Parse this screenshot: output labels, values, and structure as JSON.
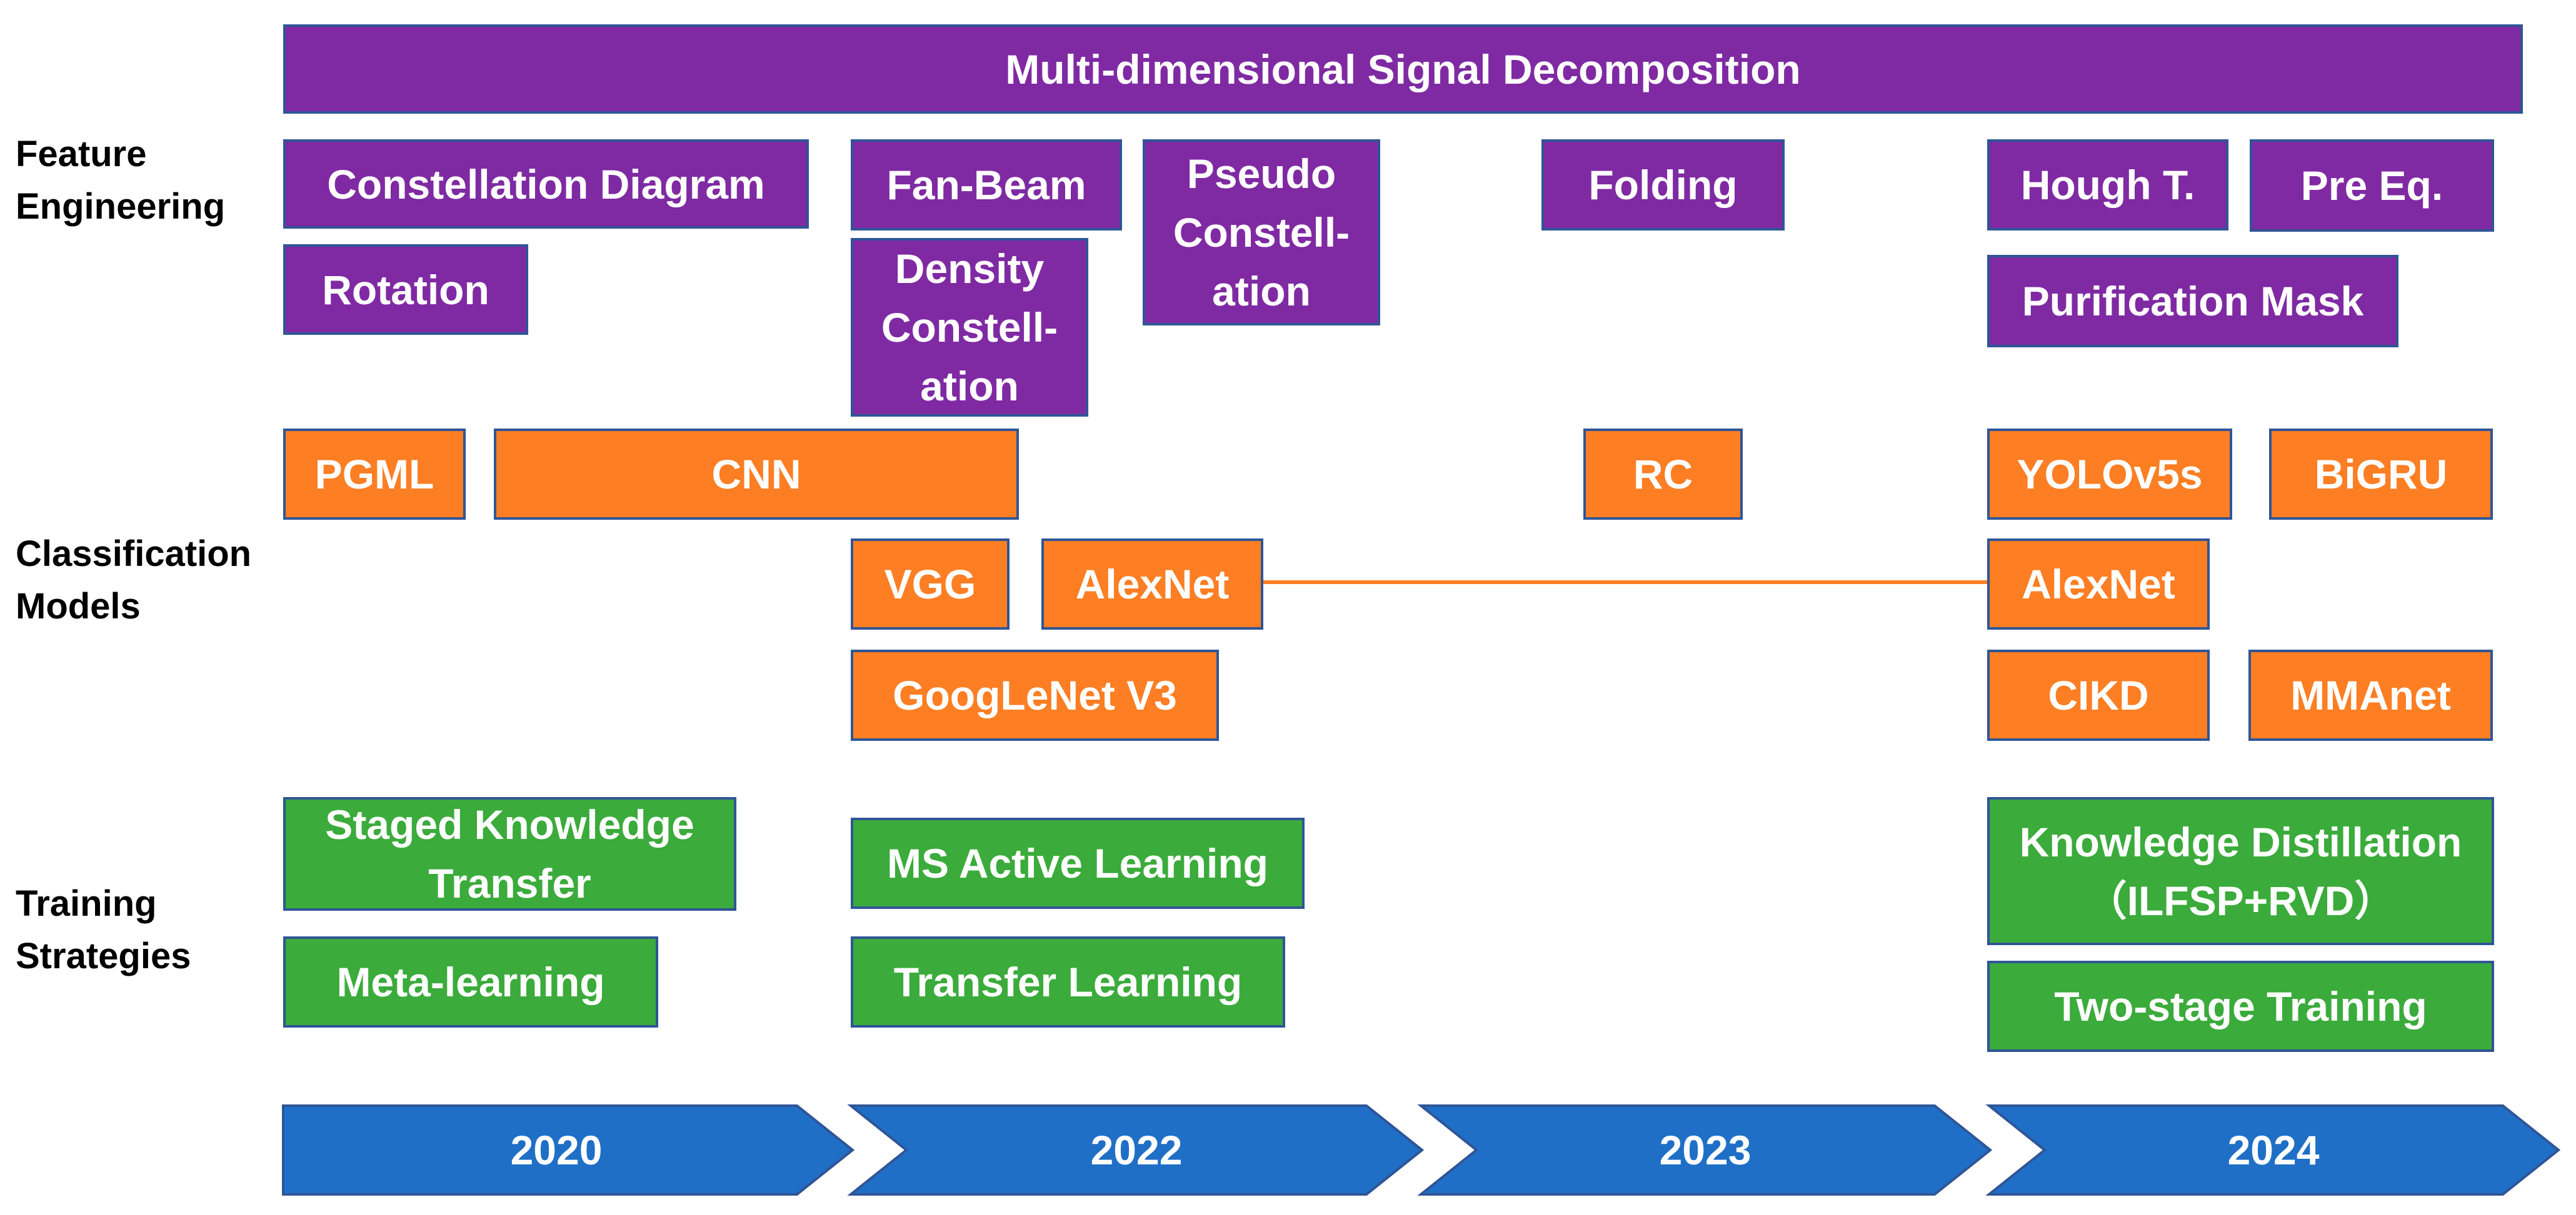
{
  "rows": {
    "feature_engineering": [
      "Feature",
      "Engineering"
    ],
    "classification_models": [
      "Classification",
      "Models"
    ],
    "training_strategies": [
      "Training",
      "Strategies"
    ]
  },
  "feature_engineering": {
    "banner": "Multi-dimensional Signal Decomposition",
    "constellation_diagram": "Constellation Diagram",
    "rotation": "Rotation",
    "fan_beam": "Fan-Beam",
    "density_constellation": [
      "Density",
      "Constell-",
      "ation"
    ],
    "pseudo_constellation": [
      "Pseudo",
      "Constell-",
      "ation"
    ],
    "folding": "Folding",
    "hough": "Hough T.",
    "pre_eq": "Pre Eq.",
    "purification_mask": "Purification Mask"
  },
  "classification_models": {
    "pgml": "PGML",
    "cnn": "CNN",
    "vgg": "VGG",
    "alexnet_2022": "AlexNet",
    "googlenet": "GoogLeNet V3",
    "rc": "RC",
    "yolov5s": "YOLOv5s",
    "bigru": "BiGRU",
    "alexnet_2024": "AlexNet",
    "cikd": "CIKD",
    "mmanet": "MMAnet"
  },
  "training_strategies": {
    "staged_knowledge_transfer": [
      "Staged Knowledge",
      "Transfer"
    ],
    "meta_learning": "Meta-learning",
    "ms_active_learning": "MS Active Learning",
    "transfer_learning": "Transfer Learning",
    "knowledge_distillation": [
      "Knowledge Distillation",
      "（ILFSP+RVD）"
    ],
    "two_stage_training": "Two-stage Training"
  },
  "timeline": {
    "years": [
      "2020",
      "2022",
      "2023",
      "2024"
    ]
  },
  "colors": {
    "feature_engineering": "#7f2aa3",
    "classification_models": "#fd7e23",
    "training_strategies": "#3bab3b",
    "timeline": "#1f6fc6",
    "box_border": "#2f5597",
    "connector": "#fd7e23"
  }
}
